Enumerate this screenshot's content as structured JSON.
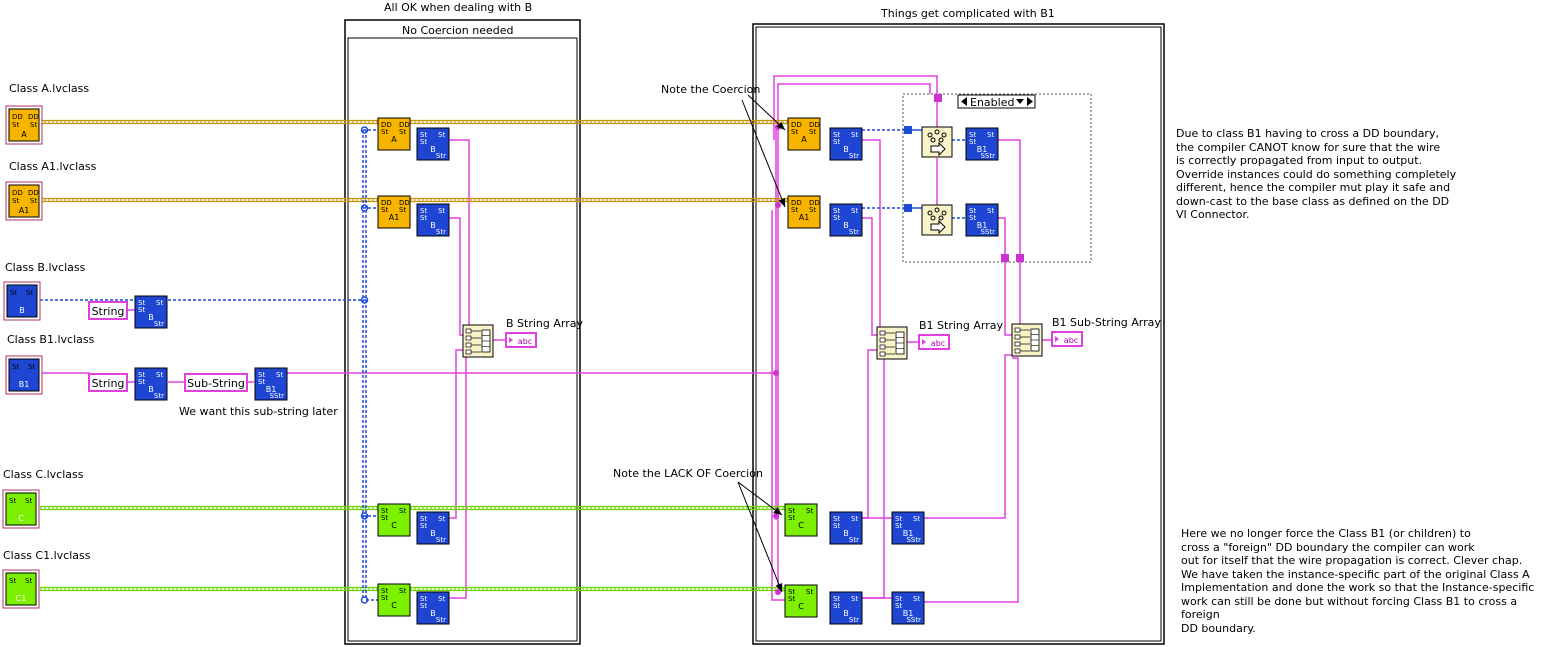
{
  "frames": {
    "left_title": "All OK when dealing with B",
    "left_subtitle": "No Coercion needed",
    "right_title": "Things get complicated with B1"
  },
  "classes": [
    {
      "name": "Class A.lvclass",
      "label": "A"
    },
    {
      "name": "Class A1.lvclass",
      "label": "A1"
    },
    {
      "name": "Class B.lvclass",
      "label": "B"
    },
    {
      "name": "Class B1.lvclass",
      "label": "B1"
    },
    {
      "name": "Class C.lvclass",
      "label": "C"
    },
    {
      "name": "Class C1.lvclass",
      "label": "C1"
    }
  ],
  "node_labels": {
    "dd": "DD",
    "st": "St",
    "str": "Str",
    "sstr": "SStr",
    "a": "A",
    "a1": "A1",
    "b": "B",
    "b1": "B1",
    "c": "C",
    "abc": "abc"
  },
  "functions": {
    "string": "String",
    "sub_string": "Sub-String"
  },
  "annotations": {
    "want_substring": "We want this sub-string later",
    "note_coercion": "Note the Coercion",
    "note_lack": "Note the LACK OF Coercion",
    "b_string_array": "B String Array",
    "b1_string_array": "B1 String Array",
    "b1_sub_string_array": "B1 Sub-String Array",
    "enabled": "Enabled"
  },
  "notes": {
    "note1": "Due to class B1 having to cross a DD boundary,\nthe compiler CANOT know for sure that the wire\nis correctly propagated from input to output.\nOverride instances could do something completely\ndifferent, hence the compiler mut play it safe and\ndown-cast to the base class as defined on the DD\nVI Connector.",
    "note2": "Here we no longer force the Class B1 (or children) to\ncross a \"foreign\" DD boundary the compiler can work\nout for itself that the wire propagation is correct.  Clever chap.\nWe have taken the instance-specific part of the original Class A\nImplementation and done the work so that the Instance-specific\nwork can still be done but without forcing Class B1 to cross a foreign\nDD boundary."
  },
  "colors": {
    "class_a": "#f7b500",
    "class_b": "#1e46d2",
    "class_c": "#7cf000",
    "wire_a": "#c89400",
    "wire_b": "#1e4ad8",
    "wire_c": "#6ed400",
    "string_wire": "#e040e0",
    "frame": "#000000"
  }
}
